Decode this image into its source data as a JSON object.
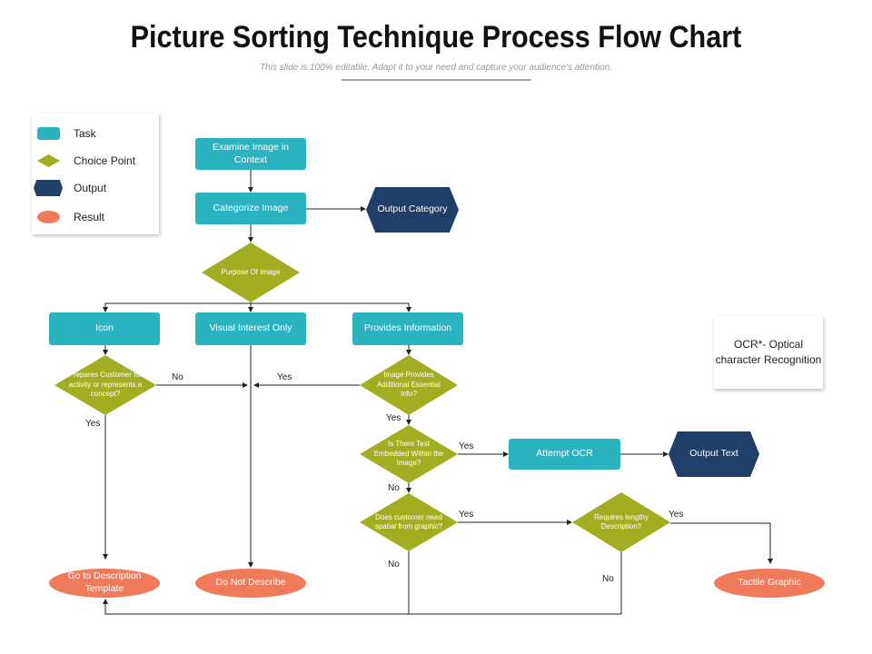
{
  "title": "Picture Sorting Technique Process Flow Chart",
  "subtitle": "This slide is 100% editable. Adapt it to your need and capture your audience's attention.",
  "colors": {
    "task": "#2BB3C0",
    "choice": "#A3AD22",
    "output": "#1F3F66",
    "result": "#F07B5B"
  },
  "legend": {
    "task": "Task",
    "choice": "Choice Point",
    "output": "Output",
    "result": "Result"
  },
  "note": "OCR*- Optical character Recognition",
  "nodes": {
    "examine": "Examine Image in Context",
    "categorize": "Categorize Image",
    "output_category": "Output Category",
    "purpose": "Purpose Of Image",
    "icon": "Icon",
    "visual": "Visual Interest Only",
    "provides": "Provides Information",
    "prepares": "Prepares Customer for activity or represents a concept?",
    "image_provides": "Image Provides Additional Essential Info?",
    "is_text": "Is There Text Embedded Within the Image?",
    "attempt_ocr": "Attempt OCR",
    "output_text": "Output Text",
    "spatial": "Does customer need spatial from graphic?",
    "lengthy": "Requires lengthy Description?",
    "go_desc": "Go to Description Template",
    "do_not": "Do Not Describe",
    "tactile": "Tactile Graphic"
  },
  "edges": {
    "no1": "No",
    "yes1": "Yes",
    "yes2": "Yes",
    "yes3": "Yes",
    "yes4": "Yes",
    "no2": "No",
    "yes5": "Yes",
    "yes6": "Yes",
    "no3": "No",
    "no4": "No"
  }
}
